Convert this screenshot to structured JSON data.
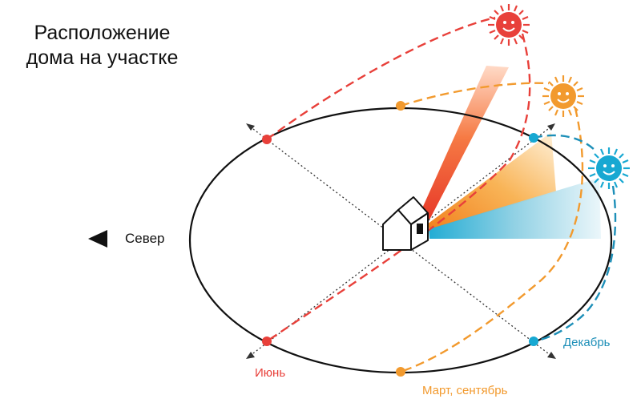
{
  "title": {
    "line1": "Расположение",
    "line2": "дома на участке"
  },
  "compass": {
    "north_label": "Север",
    "arrow_icon": "arrow-left-icon"
  },
  "seasons": {
    "june": {
      "label": "Июнь",
      "color": "#e8403a"
    },
    "march_september": {
      "label": "Март, сентябрь",
      "color": "#f29a2e"
    },
    "december": {
      "label": "Декабрь",
      "color": "#1d8fb8"
    }
  },
  "icons": {
    "house": "house-icon",
    "sun": "sun-icon"
  }
}
